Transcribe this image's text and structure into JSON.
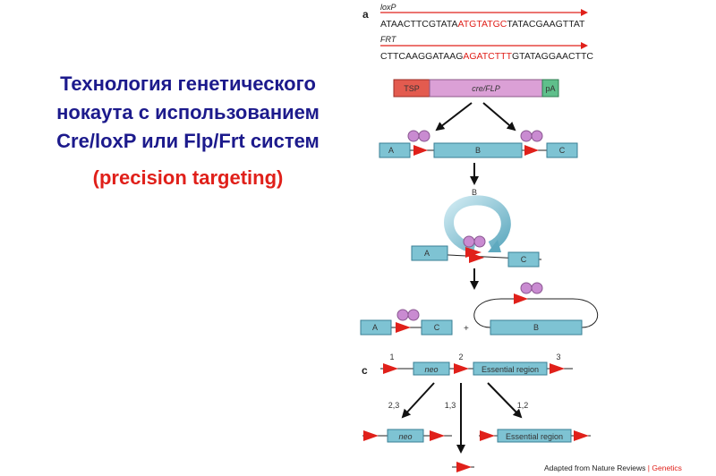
{
  "title_lines": [
    "Технология генетического",
    "нокаута с использованием",
    "Cre/loxP или Flp/Frt систем"
  ],
  "subtitle": "(precision targeting)",
  "panel_a": {
    "label": "a",
    "loxp_name": "loxP",
    "loxp_seq_pre": "ATAACTTCGTATA",
    "loxp_seq_mid": "ATGTATGC",
    "loxp_seq_post": "TATACGAAGTTAT",
    "frt_name": "FRT",
    "frt_seq_pre": "CTTCAAGGATAAG",
    "frt_seq_mid": "AGATCTTT",
    "frt_seq_post": "GTATAGGAACTTC"
  },
  "construct": {
    "tsp": "TSP",
    "cre": "cre/FLP",
    "pa": "pA"
  },
  "segments": {
    "a": "A",
    "b": "B",
    "c": "C",
    "plus": "+"
  },
  "panel_c": {
    "label": "c",
    "site1": "1",
    "site2": "2",
    "site3": "3",
    "neo": "neo",
    "essential": "Essential region",
    "branch_left": "2,3",
    "branch_mid": "1,3",
    "branch_right": "1,2"
  },
  "footer": {
    "adapted": "Adapted from",
    "journal": "Nature Reviews",
    "sep": "|",
    "section": "Genetics"
  },
  "colors": {
    "title": "#1c1a8c",
    "accent": "#e0201a",
    "box": "#7ec3d3",
    "recombinase": "#c98bd1"
  }
}
